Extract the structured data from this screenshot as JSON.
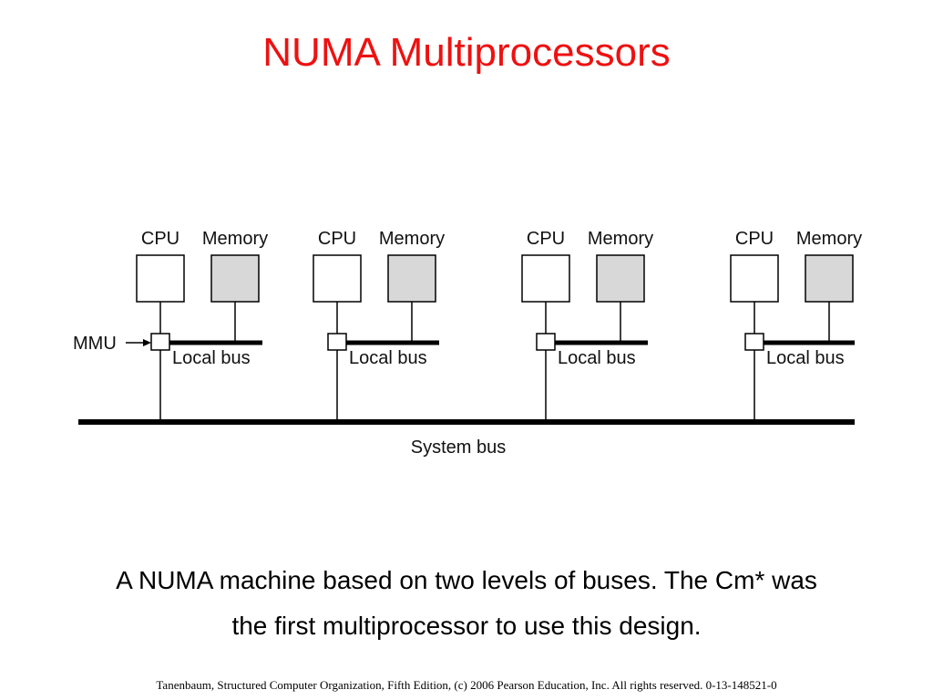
{
  "title": "NUMA Multiprocessors",
  "diagram": {
    "nodes": [
      {
        "cpu_label": "CPU",
        "memory_label": "Memory",
        "bus_label": "Local bus"
      },
      {
        "cpu_label": "CPU",
        "memory_label": "Memory",
        "bus_label": "Local bus"
      },
      {
        "cpu_label": "CPU",
        "memory_label": "Memory",
        "bus_label": "Local bus"
      },
      {
        "cpu_label": "CPU",
        "memory_label": "Memory",
        "bus_label": "Local bus"
      }
    ],
    "mmu_label": "MMU",
    "system_bus_label": "System bus",
    "colors": {
      "memory_fill": "#d8d8d8",
      "line": "#000000"
    }
  },
  "caption": {
    "line1": "A NUMA machine based on two levels of buses. The Cm* was",
    "line2": "the first multiprocessor to use this design."
  },
  "footer": "Tanenbaum, Structured Computer Organization, Fifth Edition, (c) 2006 Pearson Education, Inc. All rights reserved. 0-13-148521-0",
  "colors": {
    "title": "#ee1111"
  }
}
